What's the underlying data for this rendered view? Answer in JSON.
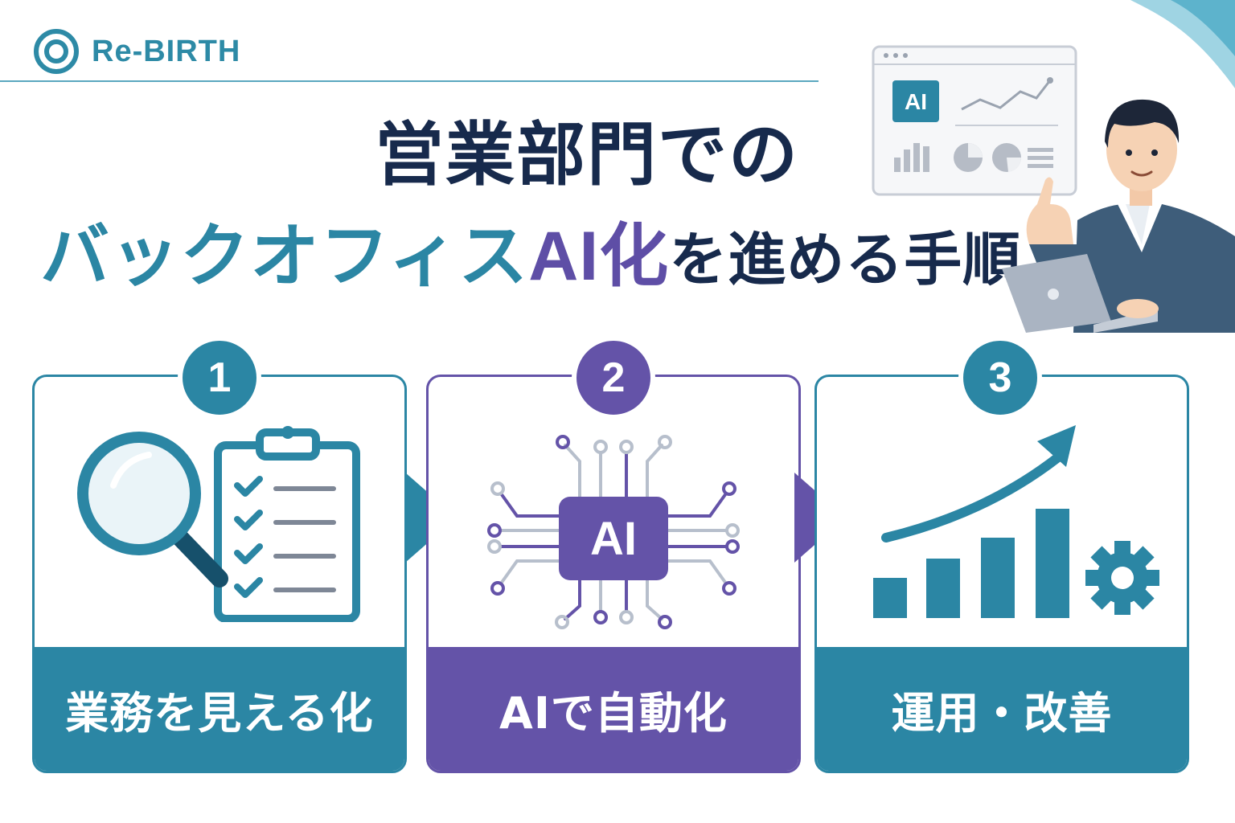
{
  "brand": {
    "name": "Re-BIRTH"
  },
  "title": {
    "line1": "営業部門での",
    "line2_part1": "バックオフィス",
    "line2_part2": "AI化",
    "line2_part3": "を進める手順"
  },
  "illustration": {
    "screen_badge": "AI"
  },
  "steps": [
    {
      "number": "1",
      "label": "業務を見える化",
      "icon": "magnifier-clipboard-icon"
    },
    {
      "number": "2",
      "label": "AIで自動化",
      "icon": "ai-chip-icon",
      "chip_label": "AI"
    },
    {
      "number": "3",
      "label": "運用・改善",
      "icon": "growth-chart-gear-icon"
    }
  ],
  "colors": {
    "teal": "#2b86a4",
    "purple": "#6453a8",
    "navy": "#172a4c"
  }
}
